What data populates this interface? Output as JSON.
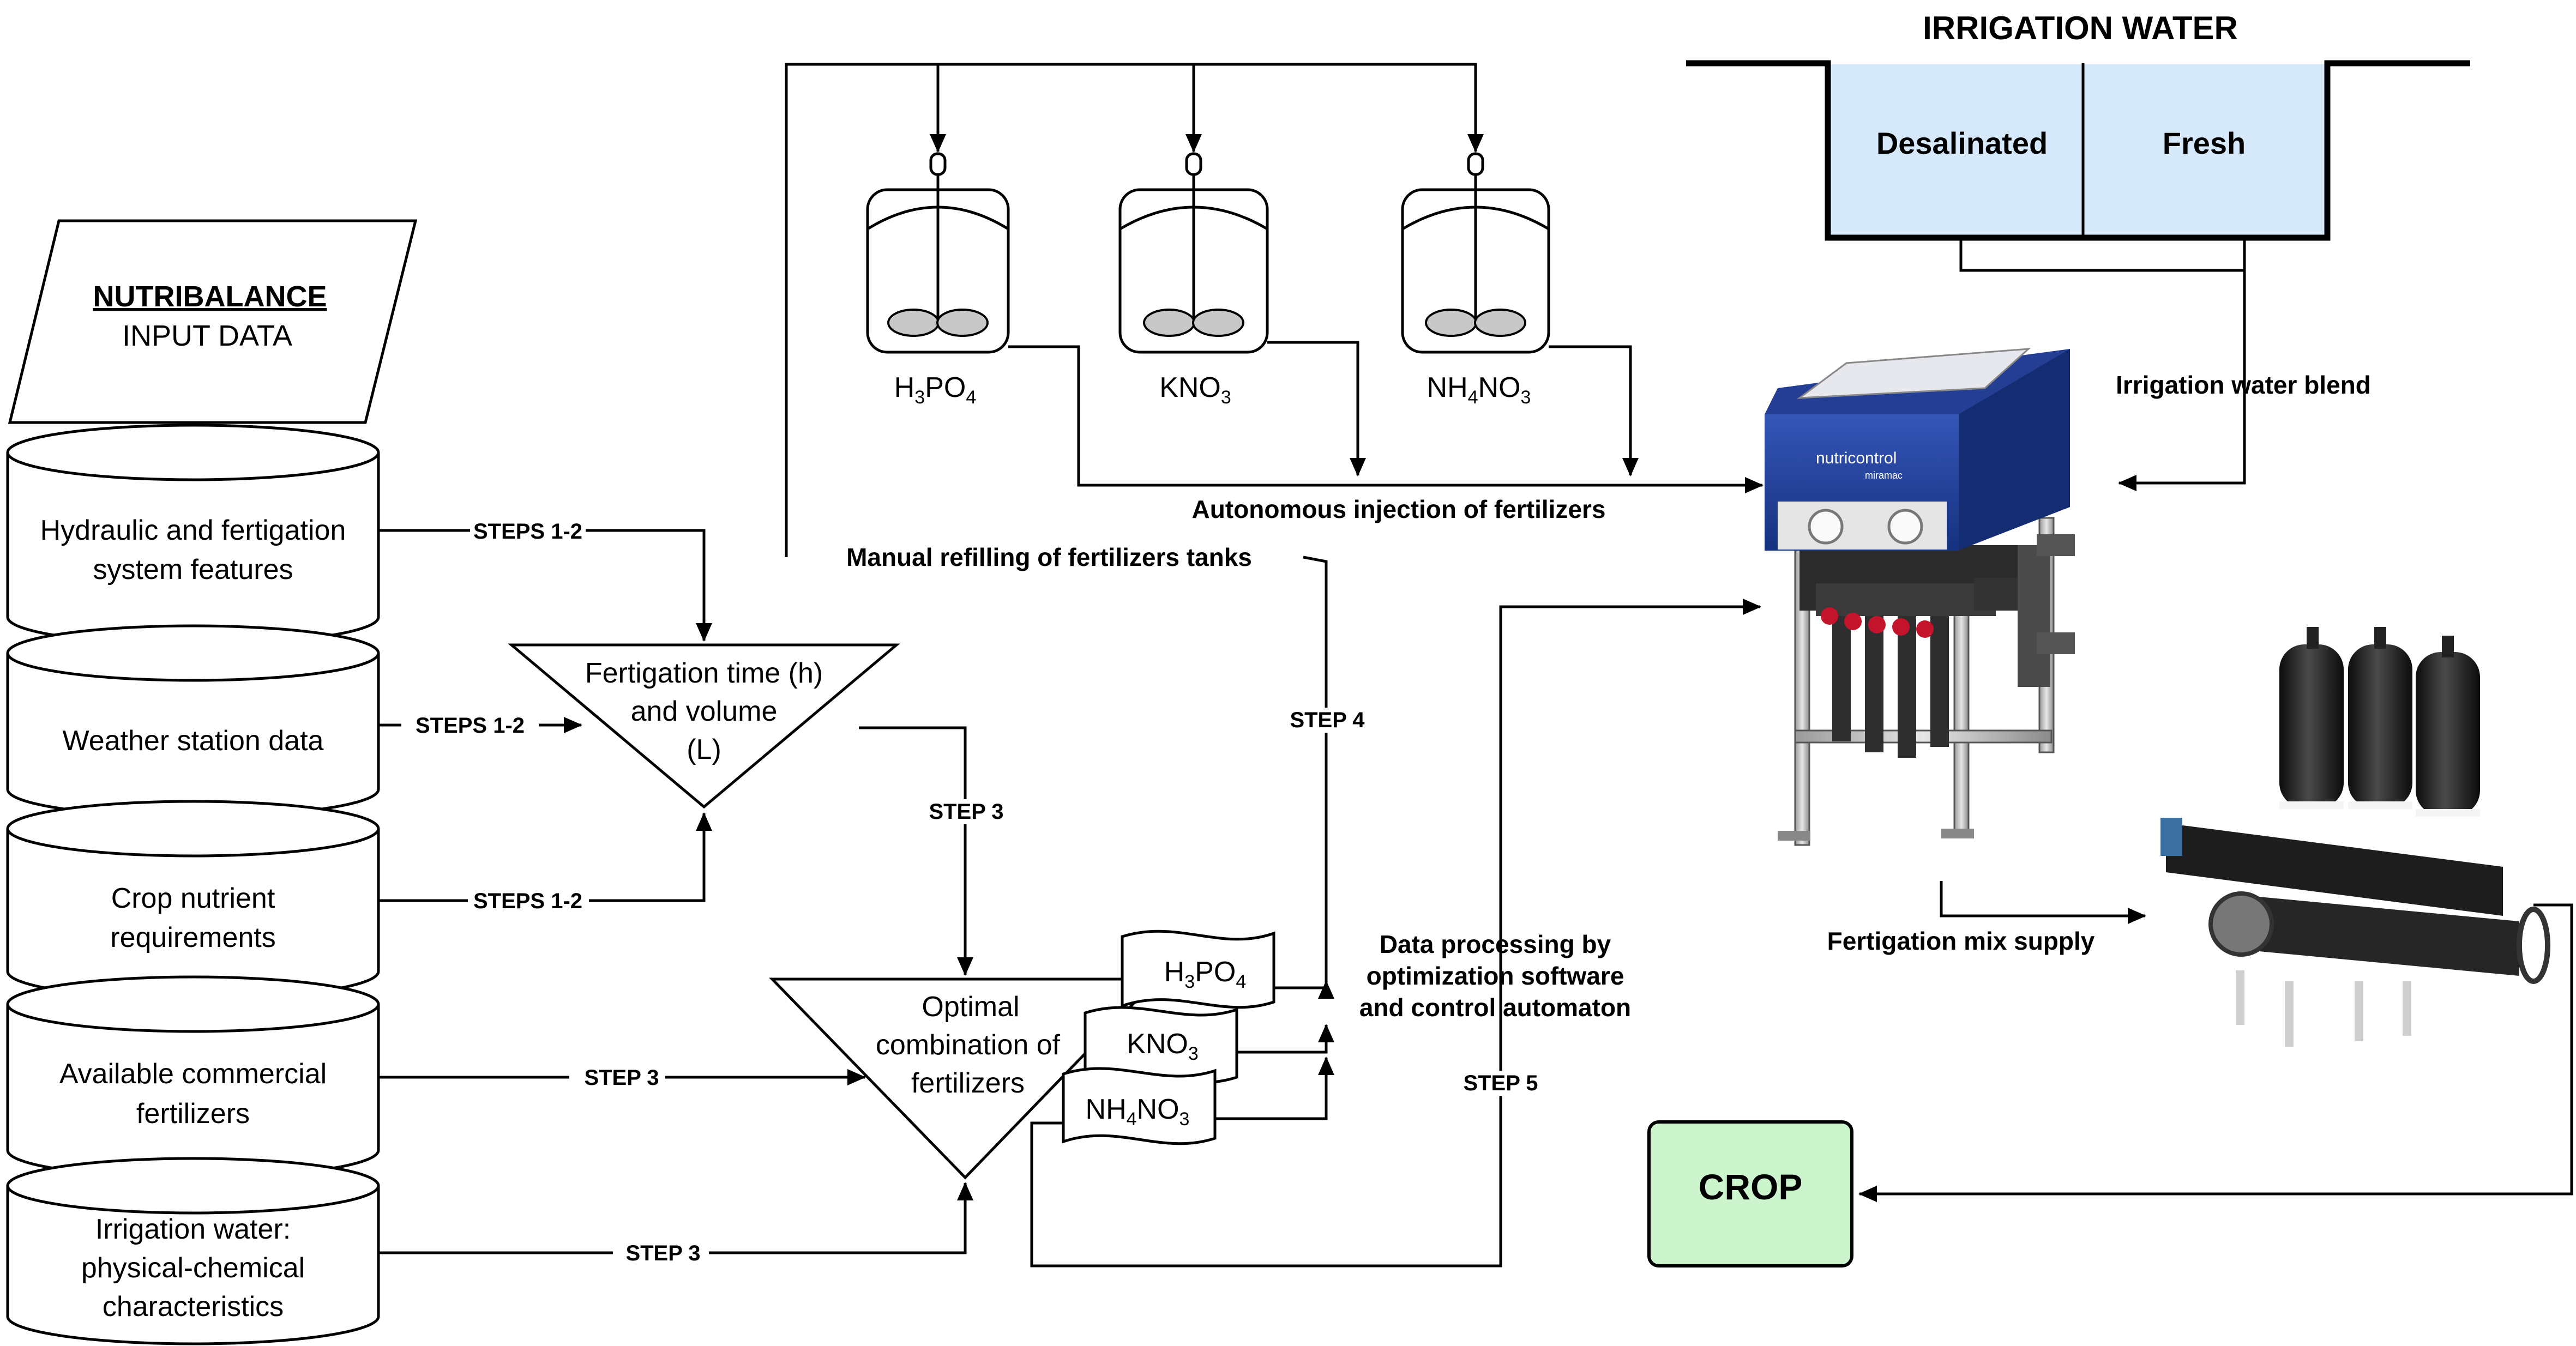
{
  "input": {
    "title": "NUTRIBALANCE",
    "subtitle": "INPUT DATA"
  },
  "databases": [
    {
      "line1": "Hydraulic and fertigation",
      "line2": "system features"
    },
    {
      "line1": "Weather station data",
      "line2": ""
    },
    {
      "line1": "Crop nutrient",
      "line2": "requirements"
    },
    {
      "line1": "Available commercial",
      "line2": "fertilizers"
    },
    {
      "line1": "Irrigation water:",
      "line2": "physical-chemical",
      "line3": "characteristics"
    }
  ],
  "steps": {
    "s12": "STEPS 1-2",
    "s3": "STEP 3",
    "s4": "STEP 4",
    "s5": "STEP 5"
  },
  "fertigation_time": {
    "line1": "Fertigation time (h)",
    "line2": "and volume",
    "line3": "(L)"
  },
  "optimal": {
    "line1": "Optimal",
    "line2": "combination of",
    "line3": "fertilizers"
  },
  "tanks": [
    {
      "main": "H",
      "sub1": "3",
      "mid": "PO",
      "sub2": "4"
    },
    {
      "main": "KNO",
      "sub1": "3",
      "mid": "",
      "sub2": ""
    },
    {
      "main": "NH",
      "sub1": "4",
      "mid": "NO",
      "sub2": "3"
    }
  ],
  "docs": [
    {
      "main": "H",
      "sub1": "3",
      "mid": "PO",
      "sub2": "4"
    },
    {
      "main": "KNO",
      "sub1": "3",
      "mid": "",
      "sub2": ""
    },
    {
      "main": "NH",
      "sub1": "4",
      "mid": "NO",
      "sub2": "3"
    }
  ],
  "irrigation": {
    "title": "IRRIGATION WATER",
    "desalinated": "Desalinated",
    "fresh": "Fresh",
    "blend": "Irrigation water blend"
  },
  "labels": {
    "autonomous": "Autonomous injection of fertilizers",
    "manual": "Manual refilling of fertilizers tanks",
    "processing1": "Data processing by",
    "processing2": "optimization software",
    "processing3": "and control automaton",
    "mix_supply": "Fertigation mix supply"
  },
  "controller": {
    "brand": "nutricontrol",
    "model": "miramac"
  },
  "crop": "CROP",
  "colors": {
    "water_fill": "#d6e9fb",
    "crop_fill": "#cdf5cd",
    "controller_blue": "#1e3f9a",
    "filter_black": "#1b1b1b"
  }
}
